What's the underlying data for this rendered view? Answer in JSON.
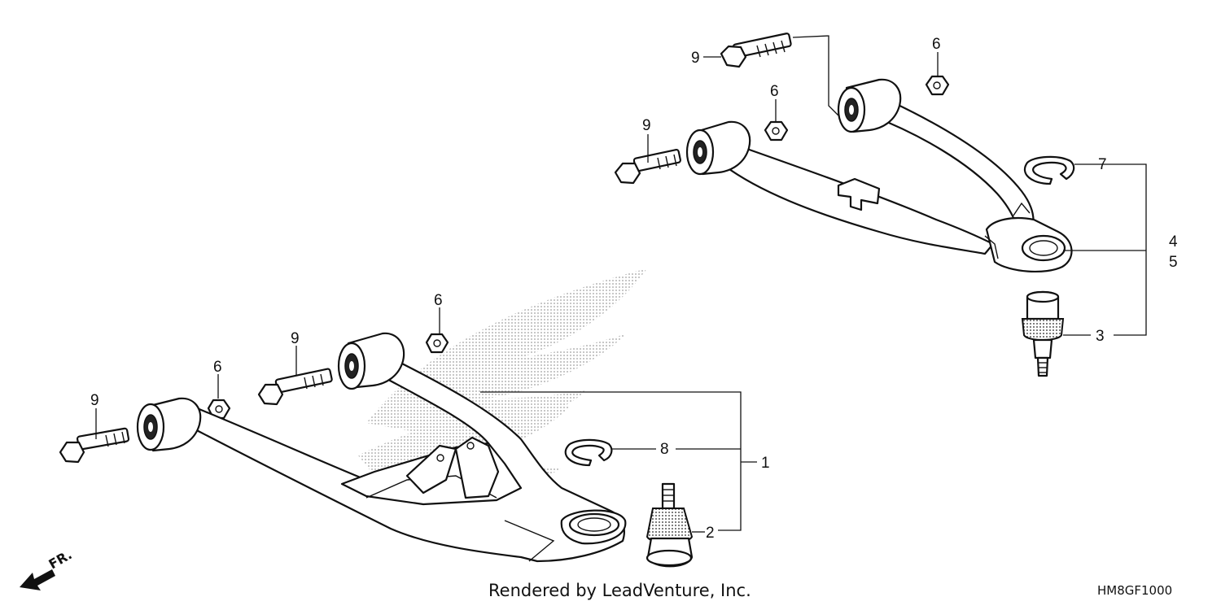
{
  "diagram": {
    "callouts": {
      "c1": "1",
      "c2": "2",
      "c3": "3",
      "c4": "4",
      "c5": "5",
      "c6a": "6",
      "c6b": "6",
      "c6c": "6",
      "c6d": "6",
      "c7": "7",
      "c8": "8",
      "c9a": "9",
      "c9b": "9",
      "c9c": "9",
      "c9d": "9"
    },
    "front_marker": "FR.",
    "credit": "Rendered by LeadVenture, Inc.",
    "diagram_code": "HM8GF1000"
  },
  "colors": {
    "line": "#111111",
    "background": "#ffffff",
    "watermark": "#c8c8c8"
  }
}
